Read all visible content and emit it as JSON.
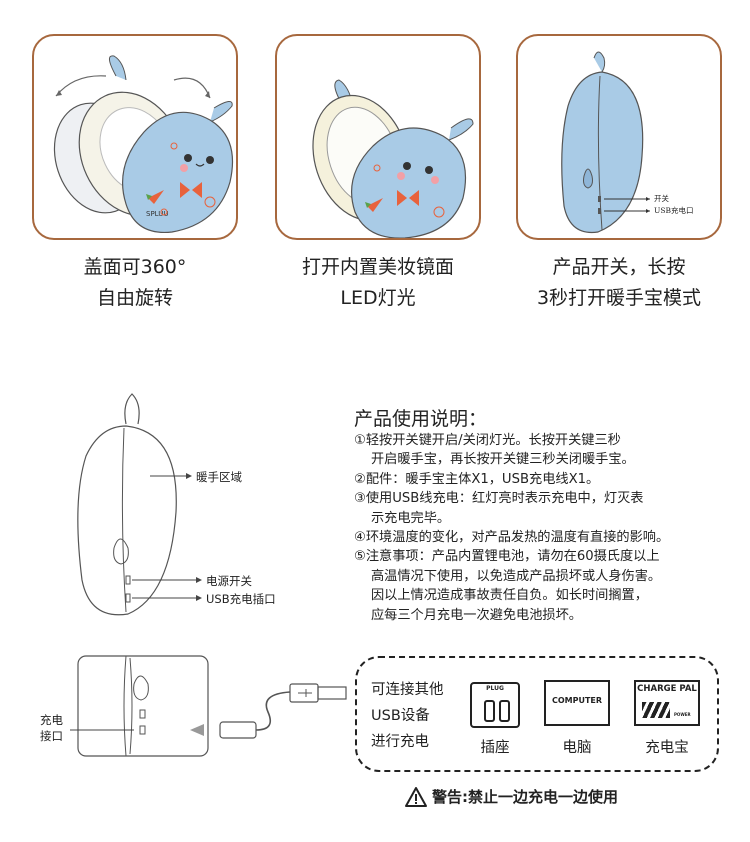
{
  "features": [
    {
      "line1": "盖面可360°",
      "line2": "自由旋转"
    },
    {
      "line1": "打开内置美妆镜面",
      "line2": "LED灯光"
    },
    {
      "line1": "产品开关，长按",
      "line2": "3秒打开暖手宝模式"
    }
  ],
  "card3_labels": {
    "switch": "开关",
    "usb": "USB充电口"
  },
  "product_brand": "SPLUU",
  "diagram": {
    "warm_area": "暖手区域",
    "power_switch": "电源开关",
    "usb_port": "USB充电插口",
    "charge_port": "充电\n接口"
  },
  "instructions": {
    "title": "产品使用说明：",
    "items": [
      {
        "lines": [
          "①轻按开关键开启/关闭灯光。长按开关键三秒",
          "开启暖手宝，再长按开关键三秒关闭暖手宝。"
        ]
      },
      {
        "lines": [
          "②配件：暖手宝主体X1，USB充电线X1。"
        ]
      },
      {
        "lines": [
          "③使用USB线充电：红灯亮时表示充电中，灯灭表",
          "示充电完毕。"
        ]
      },
      {
        "lines": [
          "④环境温度的变化，对产品发热的温度有直接的影响。"
        ]
      },
      {
        "lines": [
          "⑤注意事项：产品内置锂电池，请勿在60摄氏度以上",
          "高温情况下使用，以免造成产品损坏或人身伤害。",
          "因以上情况造成事故责任自负。如长时间搁置，",
          "应每三个月充电一次避免电池损坏。"
        ]
      }
    ]
  },
  "charging": {
    "text_lines": [
      "可连接其他",
      "USB设备",
      "进行充电"
    ],
    "devices": [
      {
        "label": "插座",
        "icon_text": "PLUG"
      },
      {
        "label": "电脑",
        "icon_text": "COMPUTER"
      },
      {
        "label": "充电宝",
        "icon_text": "CHARGE PAL",
        "icon_sub": "POWER"
      }
    ]
  },
  "warning": "警告:禁止一边充电一边使用",
  "colors": {
    "border": "#a7683e",
    "product_blue": "#a9cbe6",
    "mirror": "#f4f1e6"
  }
}
